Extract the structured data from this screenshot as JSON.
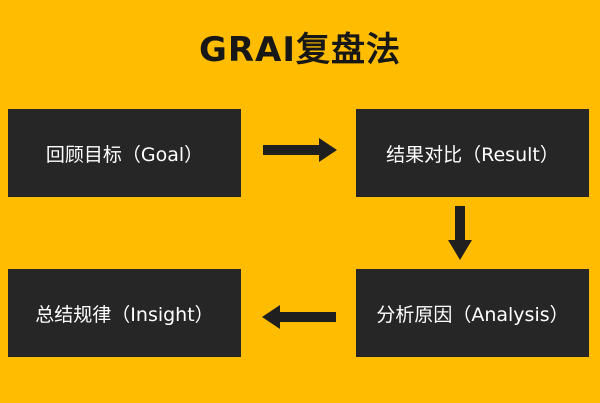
{
  "title": "GRAI复盘法",
  "colors": {
    "background": "#FFBC00",
    "box": "#262626",
    "box_text": "#FFFFFF",
    "arrow": "#1F1F1F",
    "title": "#171717"
  },
  "steps": [
    {
      "label": "回顾目标（Goal）"
    },
    {
      "label": "结果对比（Result）"
    },
    {
      "label": "分析原因（Analysis）"
    },
    {
      "label": "总结规律（Insight）"
    }
  ]
}
